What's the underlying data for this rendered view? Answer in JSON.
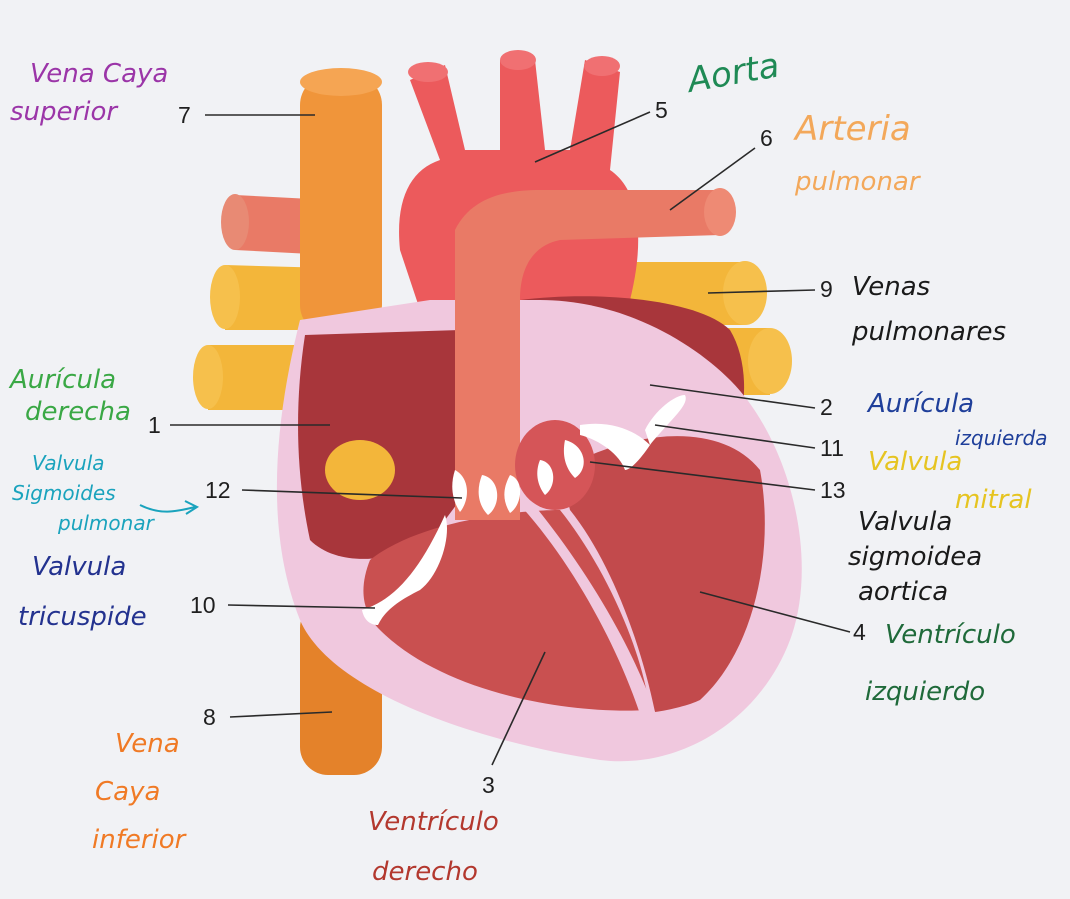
{
  "colors": {
    "paper": "#f1f2f5",
    "vena_cava": "#f0953a",
    "vena_cava_dark": "#e4822a",
    "pulmonary_vein": "#f3b63a",
    "aorta": "#ec5a5c",
    "pulmonary_artery": "#e97a66",
    "myocardium": "#c95050",
    "atrium_inner": "#a8363b",
    "pericardium": "#f0c8de",
    "valve": "#ffffff"
  },
  "numbers": {
    "n1": "1",
    "n2": "2",
    "n3": "3",
    "n4": "4",
    "n5": "5",
    "n6": "6",
    "n7": "7",
    "n8": "8",
    "n9": "9",
    "n10": "10",
    "n11": "11",
    "n12": "12",
    "n13": "13"
  },
  "annotations": {
    "vena_cava_superior": {
      "line1": "Vena Caya",
      "line2": "superior",
      "color": "#9b35a8"
    },
    "aorta": {
      "text": "Aorta",
      "color": "#1f8a55"
    },
    "pulmonary_artery": {
      "line1": "Arteria",
      "line2": "pulmonar",
      "color": "#f3a85a"
    },
    "pulmonary_veins": {
      "line1": "Venas",
      "line2": "pulmonares",
      "color": "#1a1a1a"
    },
    "right_atrium": {
      "line1": "Aurícula",
      "line2": "derecha",
      "color": "#3aa845"
    },
    "left_atrium": {
      "line1": "Aurícula",
      "line2": "izquierda",
      "color": "#1f3f9a"
    },
    "mitral_valve": {
      "line1": "Valvula",
      "line2": "mitral",
      "color": "#e6c421"
    },
    "pulmonary_valve": {
      "line1": "Valvula",
      "line2": "Sigmoides",
      "line3": "pulmonar",
      "color": "#1aa3bd"
    },
    "tricuspid_valve": {
      "line1": "Valvula",
      "line2": "tricuspide",
      "color": "#23328f"
    },
    "aortic_valve": {
      "line1": "Valvula",
      "line2": "sigmoidea",
      "line3": "aortica",
      "color": "#1a1a1a"
    },
    "left_ventricle": {
      "line1": "Ventrículo",
      "line2": "izquierdo",
      "color": "#1f6a3a"
    },
    "right_ventricle": {
      "line1": "Ventrículo",
      "line2": "derecho",
      "color": "#b3382e"
    },
    "vena_cava_inferior": {
      "line1": "Vena",
      "line2": "Caya",
      "line3": "inferior",
      "color": "#f07a25"
    }
  }
}
